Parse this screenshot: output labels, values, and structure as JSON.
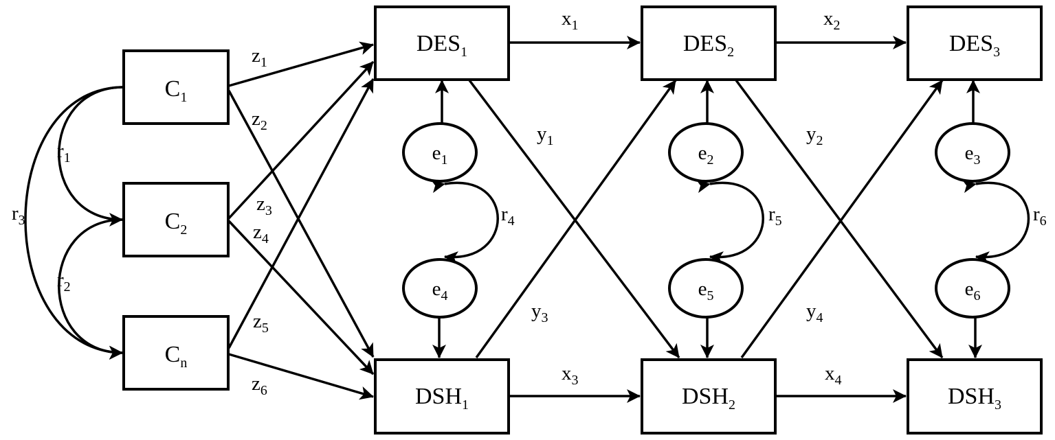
{
  "nodes": {
    "c1": {
      "base": "C",
      "sub": "1"
    },
    "c2": {
      "base": "C",
      "sub": "2"
    },
    "cn": {
      "base": "C",
      "sub": "n"
    },
    "des1": {
      "base": "DES",
      "sub": "1"
    },
    "des2": {
      "base": "DES",
      "sub": "2"
    },
    "des3": {
      "base": "DES",
      "sub": "3"
    },
    "dsh1": {
      "base": "DSH",
      "sub": "1"
    },
    "dsh2": {
      "base": "DSH",
      "sub": "2"
    },
    "dsh3": {
      "base": "DSH",
      "sub": "3"
    }
  },
  "errors": {
    "e1": {
      "base": "e",
      "sub": "1"
    },
    "e2": {
      "base": "e",
      "sub": "2"
    },
    "e3": {
      "base": "e",
      "sub": "3"
    },
    "e4": {
      "base": "e",
      "sub": "4"
    },
    "e5": {
      "base": "e",
      "sub": "5"
    },
    "e6": {
      "base": "e",
      "sub": "6"
    }
  },
  "paths": {
    "x1": {
      "base": "x",
      "sub": "1",
      "from": "DES1",
      "to": "DES2"
    },
    "x2": {
      "base": "x",
      "sub": "2",
      "from": "DES2",
      "to": "DES3"
    },
    "x3": {
      "base": "x",
      "sub": "3",
      "from": "DSH1",
      "to": "DSH2"
    },
    "x4": {
      "base": "x",
      "sub": "4",
      "from": "DSH2",
      "to": "DSH3"
    },
    "y1": {
      "base": "y",
      "sub": "1",
      "from": "DES1",
      "to": "DSH2"
    },
    "y2": {
      "base": "y",
      "sub": "2",
      "from": "DES2",
      "to": "DSH3"
    },
    "y3": {
      "base": "y",
      "sub": "3",
      "from": "DSH1",
      "to": "DES2"
    },
    "y4": {
      "base": "y",
      "sub": "4",
      "from": "DSH2",
      "to": "DES3"
    },
    "z1": {
      "base": "z",
      "sub": "1",
      "from": "C1",
      "to": "DES1"
    },
    "z2": {
      "base": "z",
      "sub": "2",
      "from": "C1",
      "to": "DSH1"
    },
    "z3": {
      "base": "z",
      "sub": "3",
      "from": "C2",
      "to": "DES1"
    },
    "z4": {
      "base": "z",
      "sub": "4",
      "from": "C2",
      "to": "DSH1"
    },
    "z5": {
      "base": "z",
      "sub": "5",
      "from": "Cn",
      "to": "DES1"
    },
    "z6": {
      "base": "z",
      "sub": "6",
      "from": "Cn",
      "to": "DSH1"
    }
  },
  "correlations": {
    "r1": {
      "base": "r",
      "sub": "1",
      "between": [
        "C1",
        "C2"
      ]
    },
    "r2": {
      "base": "r",
      "sub": "2",
      "between": [
        "C2",
        "Cn"
      ]
    },
    "r3": {
      "base": "r",
      "sub": "3",
      "between": [
        "C1",
        "Cn"
      ]
    },
    "r4": {
      "base": "r",
      "sub": "4",
      "between": [
        "e1",
        "e4"
      ]
    },
    "r5": {
      "base": "r",
      "sub": "5",
      "between": [
        "e2",
        "e5"
      ]
    },
    "r6": {
      "base": "r",
      "sub": "6",
      "between": [
        "e3",
        "e6"
      ]
    }
  }
}
